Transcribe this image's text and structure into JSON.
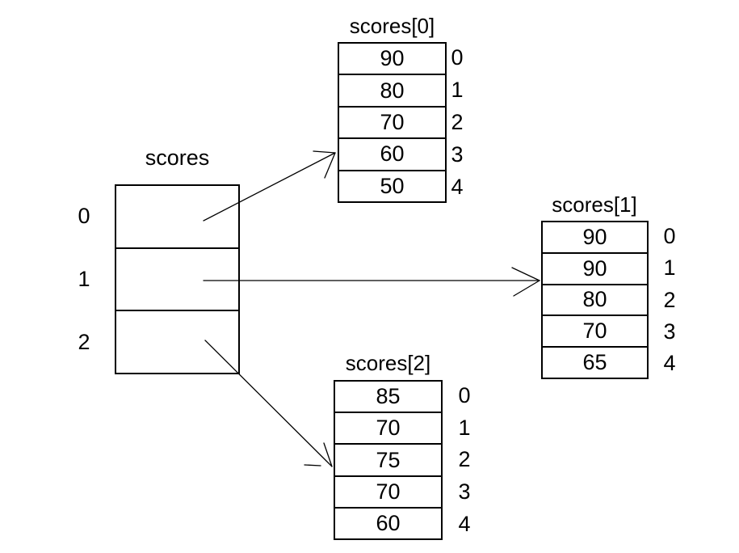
{
  "colors": {
    "background": "#ffffff",
    "line": "#000000",
    "text": "#000000"
  },
  "pointer_array": {
    "title": "scores",
    "indices": [
      "0",
      "1",
      "2"
    ]
  },
  "subarrays": [
    {
      "title": "scores[0]",
      "values": [
        "90",
        "80",
        "70",
        "60",
        "50"
      ],
      "indices": [
        "0",
        "1",
        "2",
        "3",
        "4"
      ]
    },
    {
      "title": "scores[1]",
      "values": [
        "90",
        "90",
        "80",
        "70",
        "65"
      ],
      "indices": [
        "0",
        "1",
        "2",
        "3",
        "4"
      ]
    },
    {
      "title": "scores[2]",
      "values": [
        "85",
        "70",
        "75",
        "70",
        "60"
      ],
      "indices": [
        "0",
        "1",
        "2",
        "3",
        "4"
      ]
    }
  ],
  "arrows": [
    {
      "from": "scores cell 0",
      "to": "scores[0] table"
    },
    {
      "from": "scores cell 1",
      "to": "scores[1] table"
    },
    {
      "from": "scores cell 2",
      "to": "scores[2] table"
    }
  ]
}
